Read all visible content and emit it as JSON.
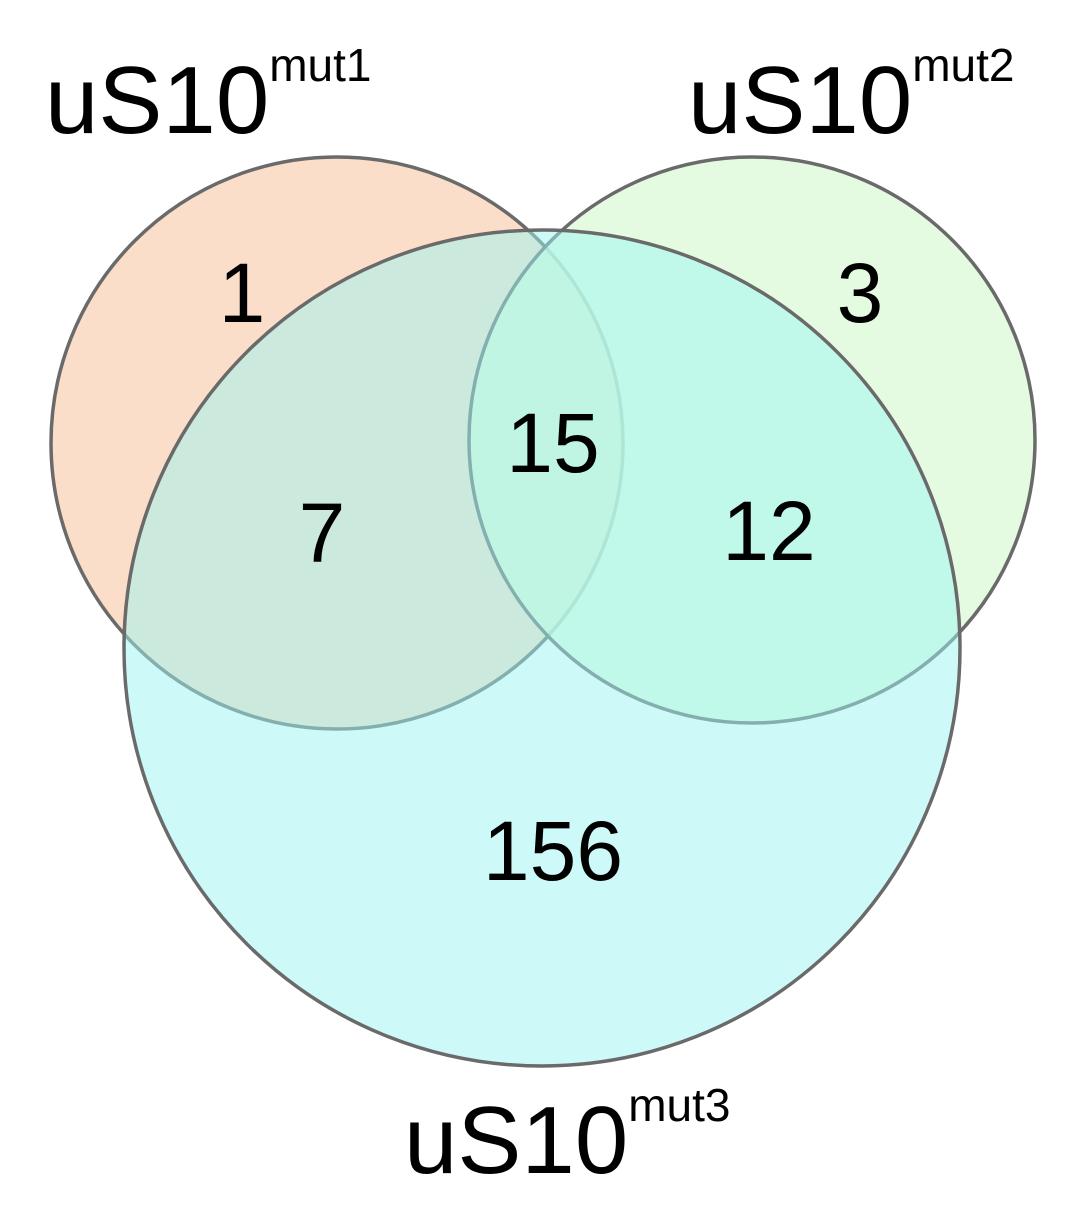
{
  "diagram": {
    "type": "venn-3",
    "sets": [
      {
        "id": "mut1",
        "base": "uS10",
        "sup": "mut1",
        "color": "#fad8bf"
      },
      {
        "id": "mut2",
        "base": "uS10",
        "sup": "mut2",
        "color": "#dcf9d7"
      },
      {
        "id": "mut3",
        "base": "uS10",
        "sup": "mut3",
        "color": "#9cf5f2"
      }
    ],
    "regions": {
      "only_mut1": "1",
      "only_mut2": "3",
      "mut1_mut3": "7",
      "mut1_mut2_mut3": "15",
      "mut2_mut3": "12",
      "only_mut3": "156"
    }
  }
}
